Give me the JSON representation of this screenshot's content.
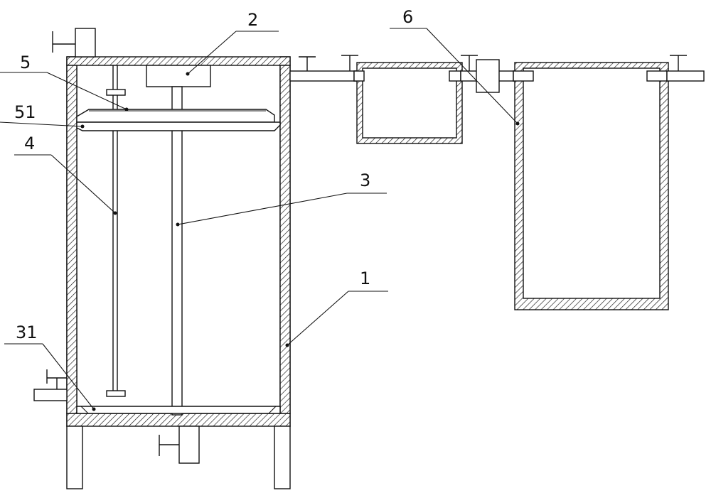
{
  "labels": {
    "l1": "1",
    "l2": "2",
    "l3": "3",
    "l31": "31",
    "l4": "4",
    "l5": "5",
    "l51": "51",
    "l6": "6"
  }
}
